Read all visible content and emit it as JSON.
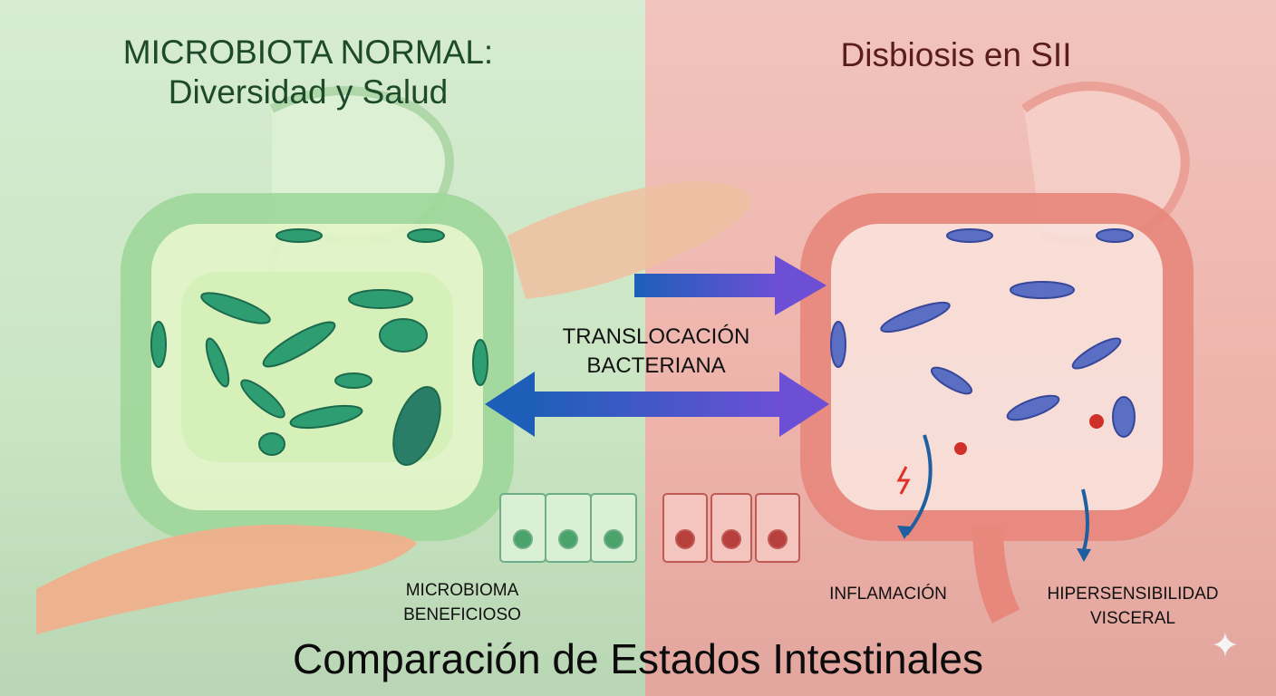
{
  "left_panel": {
    "title_line1": "MICROBIOTA NORMAL:",
    "title_line2": "Diversidad y Salud",
    "label_line1": "MICROBIOMA",
    "label_line2": "BENEFICIOSO",
    "color": "#c9e5c2"
  },
  "right_panel": {
    "title": "Disbiosis en SII",
    "label_inflammation": "INFLAMACIÓN",
    "label_hyper_line1": "HIPERSENSIBILIDAD",
    "label_hyper_line2": "VISCERAL",
    "color": "#eeb3aa"
  },
  "center": {
    "line1": "TRANSLOCACIÓN",
    "line2": "BACTERIANA"
  },
  "footer": {
    "title": "Comparación de Estados Intestinales"
  },
  "icons": {
    "watermark": "sparkle-icon"
  }
}
